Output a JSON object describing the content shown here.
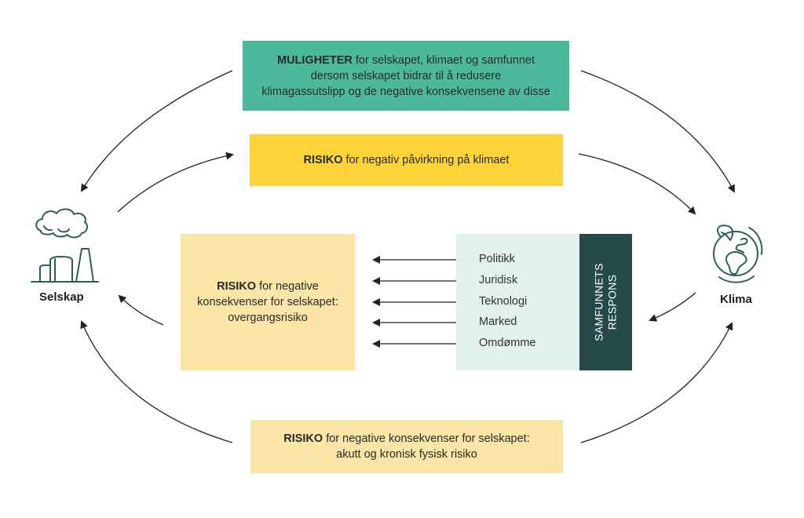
{
  "entities": {
    "company": {
      "label": "Selskap",
      "icon": "factory-icon"
    },
    "climate": {
      "label": "Klima",
      "icon": "globe-leaf-icon"
    }
  },
  "boxes": {
    "opportunities": {
      "bold": "MULIGHETER",
      "line1": " for selskapet, klimaet og samfunnet",
      "line2": "dersom selskapet bidrar til å redusere",
      "line3": "klimagassutslipp og de negative konsekvensene av disse",
      "color": "#4cb99c"
    },
    "climate_risk": {
      "bold": "RISIKO",
      "text": " for negativ påvirkning på klimaet",
      "color": "#fdd437"
    },
    "transition_risk": {
      "bold": "RISIKO",
      "line1": " for negative",
      "line2": "konsekvenser for selskapet:",
      "line3": "overgangsrisiko",
      "color": "#fbe6a8"
    },
    "physical_risk": {
      "bold": "RISIKO",
      "line1": " for negative konsekvenser for selskapet:",
      "line2": "akutt og kronisk fysisk risiko",
      "color": "#fbe6a8"
    }
  },
  "society_response": {
    "title_line1": "SAMFUNNETS",
    "title_line2": "RESPONS",
    "items": [
      "Politikk",
      "Juridisk",
      "Teknologi",
      "Marked",
      "Omdømme"
    ],
    "panel_color": "#e2f1ea",
    "title_color": "#254a47"
  }
}
